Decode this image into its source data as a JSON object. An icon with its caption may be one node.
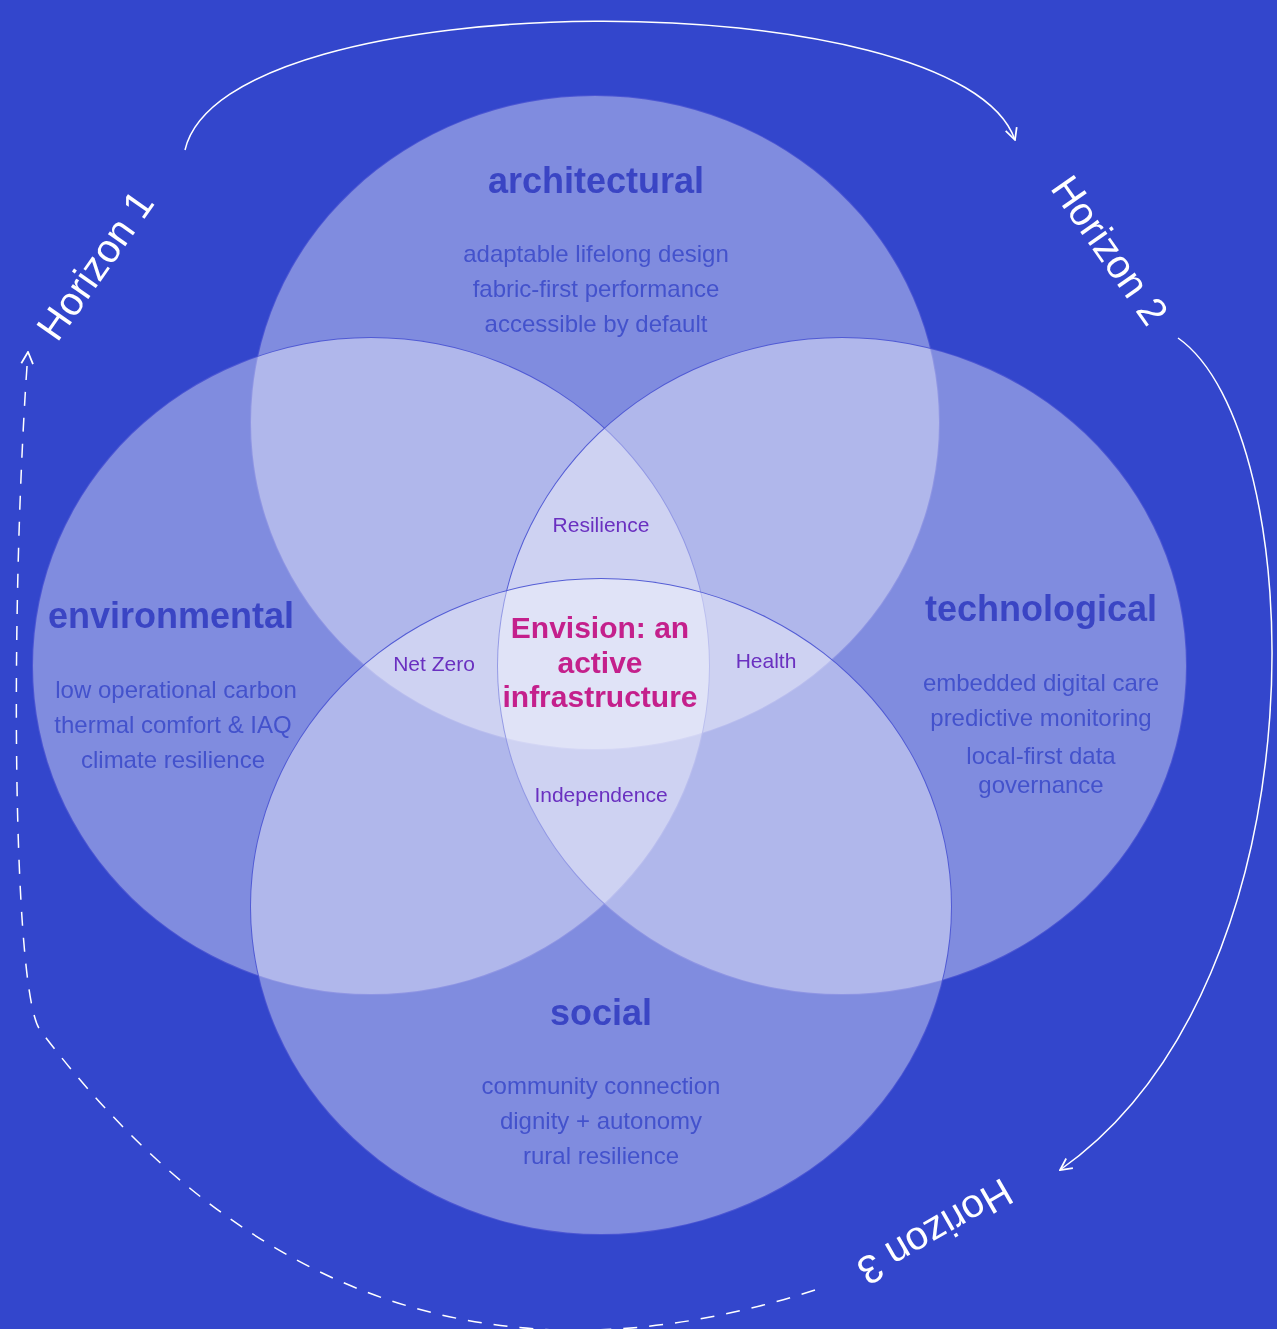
{
  "diagram": {
    "nodes": [
      {
        "text": [
          "architectural",
          "adaptable lifelong design",
          "fabric-first performance",
          "accessible by default"
        ]
      },
      {
        "text": [
          "environmental",
          "low operational carbon",
          "thermal comfort & IAQ",
          "climate resilience"
        ]
      },
      {
        "text": [
          "technological",
          "embedded digital care",
          "predictive monitoring",
          "local-first data governance"
        ]
      },
      {
        "text": [
          "social",
          "community connection",
          "dignity + autonomy",
          "rural resilience"
        ]
      },
      {
        "text": [
          "Horizon 1"
        ]
      },
      {
        "text": [
          "Horizon 2"
        ]
      },
      {
        "text": [
          "Horizon 3"
        ]
      }
    ],
    "edges": [
      {
        "from": 4,
        "to": 5,
        "arrow": "to"
      },
      {
        "from": 5,
        "to": 6,
        "arrow": "to"
      },
      {
        "from": 6,
        "to": 4,
        "arrow": "to",
        "style": "dashed"
      }
    ],
    "labels": [
      "Resilience",
      "Net Zero",
      "Envision: an active infrastructure",
      "Health",
      "Independence"
    ]
  }
}
